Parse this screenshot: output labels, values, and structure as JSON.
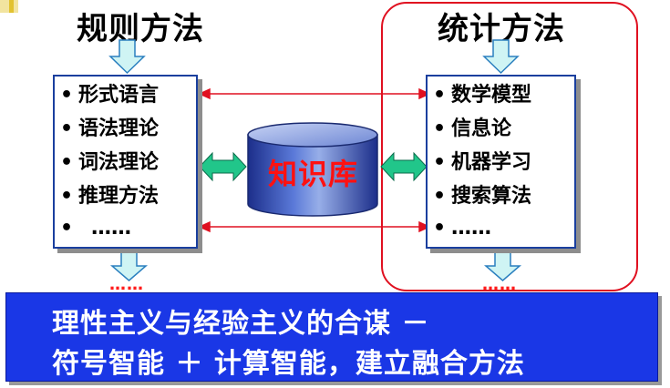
{
  "titles": {
    "left": "规则方法",
    "right": "统计方法"
  },
  "rule_items": [
    "形式语言",
    "语法理论",
    "词法理论",
    "推理方法",
    "……"
  ],
  "stat_items": [
    "数学模型",
    "信息论",
    "机器学习",
    "搜索算法",
    "……"
  ],
  "bullet": "•",
  "knowledge_base": "知识库",
  "bottom_dots": "……",
  "banner": {
    "line1": "理性主义与经验主义的合谋 －",
    "line2": "符号智能 ＋ 计算智能，建立融合方法"
  },
  "colors": {
    "box_border": "#1a3f9e",
    "banner_bg": "#1a37e6",
    "accent_red": "#e01020",
    "arrow_fill": "#cff4f4",
    "green_arrow": "#21c68a"
  }
}
